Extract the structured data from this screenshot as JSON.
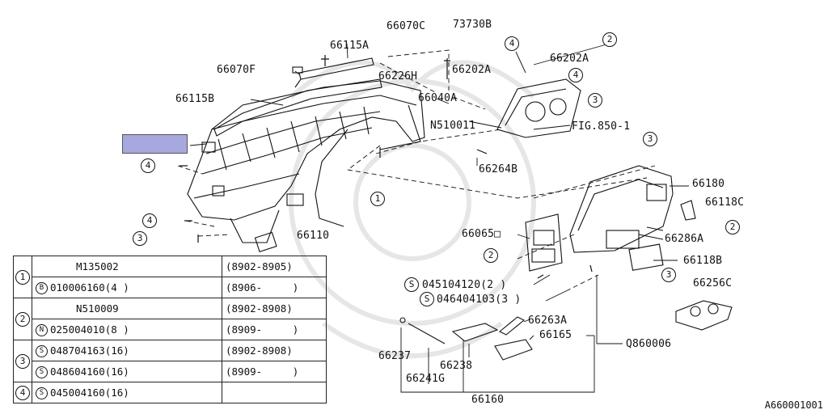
{
  "labels": {
    "l_66070C": "66070C",
    "l_73730B": "73730B",
    "l_66115A": "66115A",
    "l_66070F": "66070F",
    "l_66226H": "66226H",
    "l_66202A_top": "66202A",
    "l_66202A_right": "66202A",
    "l_66115B": "66115B",
    "l_66040A": "66040A",
    "l_N510011": "N510011",
    "l_fig": "FIG.850-1",
    "l_66264B": "66264B",
    "l_66180": "66180",
    "l_66118C": "66118C",
    "l_66286A": "66286A",
    "l_66110": "66110",
    "l_66065": "66065□",
    "l_66118B": "66118B",
    "l_66256C": "66256C",
    "l_045104120": "045104120(2 )",
    "l_046404103": "046404103(3 )",
    "l_66263A": "66263A",
    "l_66165": "66165",
    "l_Q860006": "Q860006",
    "l_66237": "66237",
    "l_66238": "66238",
    "l_66241G": "66241G",
    "l_66160": "66160"
  },
  "callouts": {
    "c4_top": "4",
    "c2_top": "2",
    "c4_right": "4",
    "c3_right1": "3",
    "c3_right2": "3",
    "c1_mid": "1",
    "c4_left1": "4",
    "c4_left2": "4",
    "c3_left": "3",
    "c2_right": "2",
    "c2_mid": "2",
    "c3_mid": "3",
    "c_s1": "S",
    "c_s2": "S"
  },
  "legend": [
    {
      "key": "1",
      "rows": [
        {
          "prefix": "",
          "part": "M135002",
          "range": "(8902-8905)"
        },
        {
          "prefix": "B",
          "part": "010006160(4 )",
          "range": "(8906-     )"
        }
      ]
    },
    {
      "key": "2",
      "rows": [
        {
          "prefix": "",
          "part": "N510009",
          "range": "(8902-8908)"
        },
        {
          "prefix": "N",
          "part": "025004010(8 )",
          "range": "(8909-     )"
        }
      ]
    },
    {
      "key": "3",
      "rows": [
        {
          "prefix": "S",
          "part": "048704163(16)",
          "range": "(8902-8908)"
        },
        {
          "prefix": "S",
          "part": "048604160(16)",
          "range": "(8909-     )"
        }
      ]
    },
    {
      "key": "4",
      "rows": [
        {
          "prefix": "S",
          "part": "045004160(16)",
          "range": ""
        }
      ]
    }
  ],
  "footer_code": "A660001001",
  "colors": {
    "highlight": "#a8a8e0",
    "line": "#111111"
  }
}
